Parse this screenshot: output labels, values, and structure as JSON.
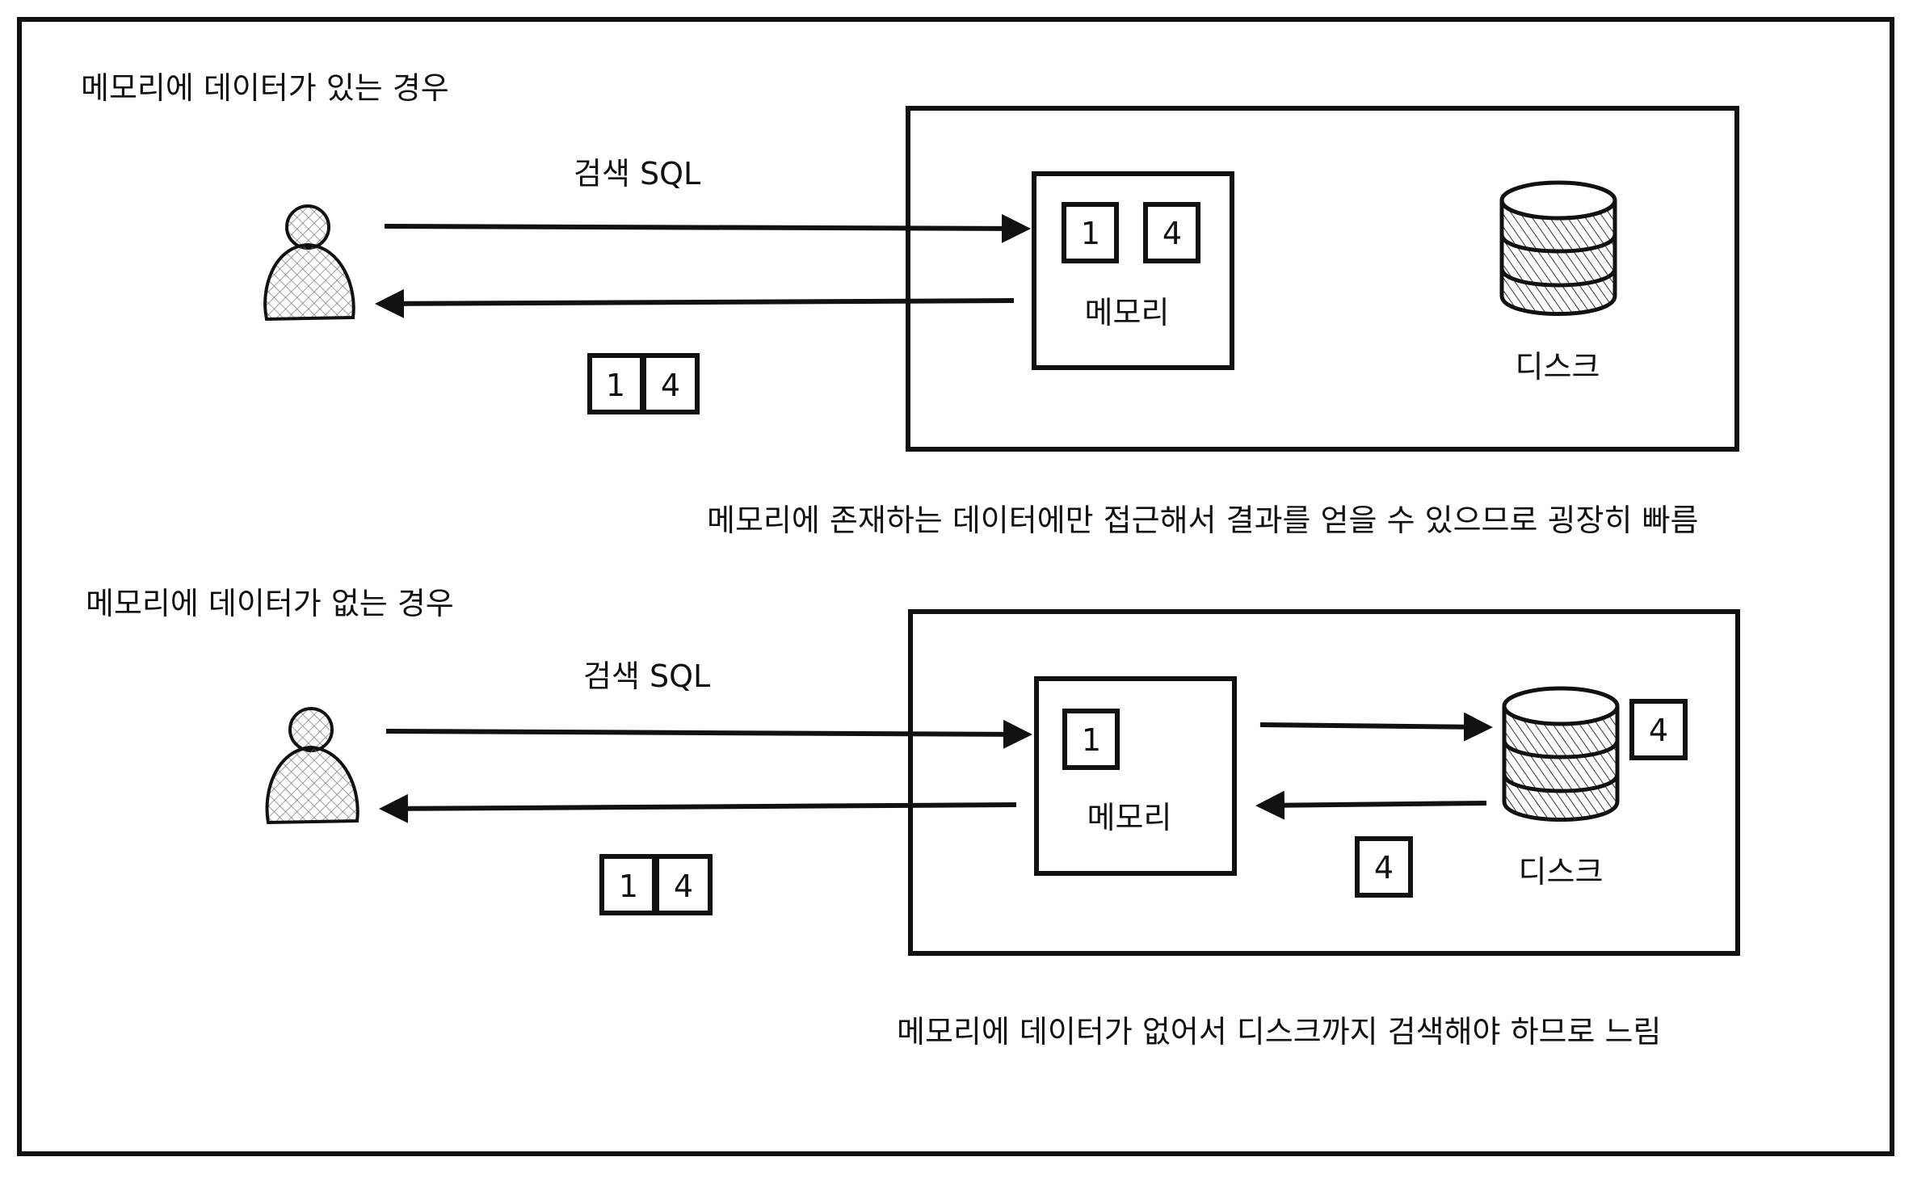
{
  "cases": [
    {
      "id": "hit",
      "heading": "메모리에 데이터가 있는 경우",
      "query_label": "검색 SQL",
      "memory_label": "메모리",
      "disk_label": "디스크",
      "memory_blocks": [
        "1",
        "4"
      ],
      "result_blocks": [
        "1",
        "4"
      ],
      "caption": "메모리에 존재하는 데이터에만 접근해서 결과를 얻을 수 있으므로 굉장히 빠름"
    },
    {
      "id": "miss",
      "heading": "메모리에 데이터가 없는 경우",
      "query_label": "검색 SQL",
      "memory_label": "메모리",
      "disk_label": "디스크",
      "memory_blocks": [
        "1"
      ],
      "disk_block": "4",
      "transfer_block": "4",
      "result_blocks": [
        "1",
        "4"
      ],
      "caption": "메모리에 데이터가 없어서 디스크까지 검색해야 하므로 느림"
    }
  ],
  "colors": {
    "ink": "#111111",
    "hatch": "#555555",
    "fill": "#ffffff"
  }
}
